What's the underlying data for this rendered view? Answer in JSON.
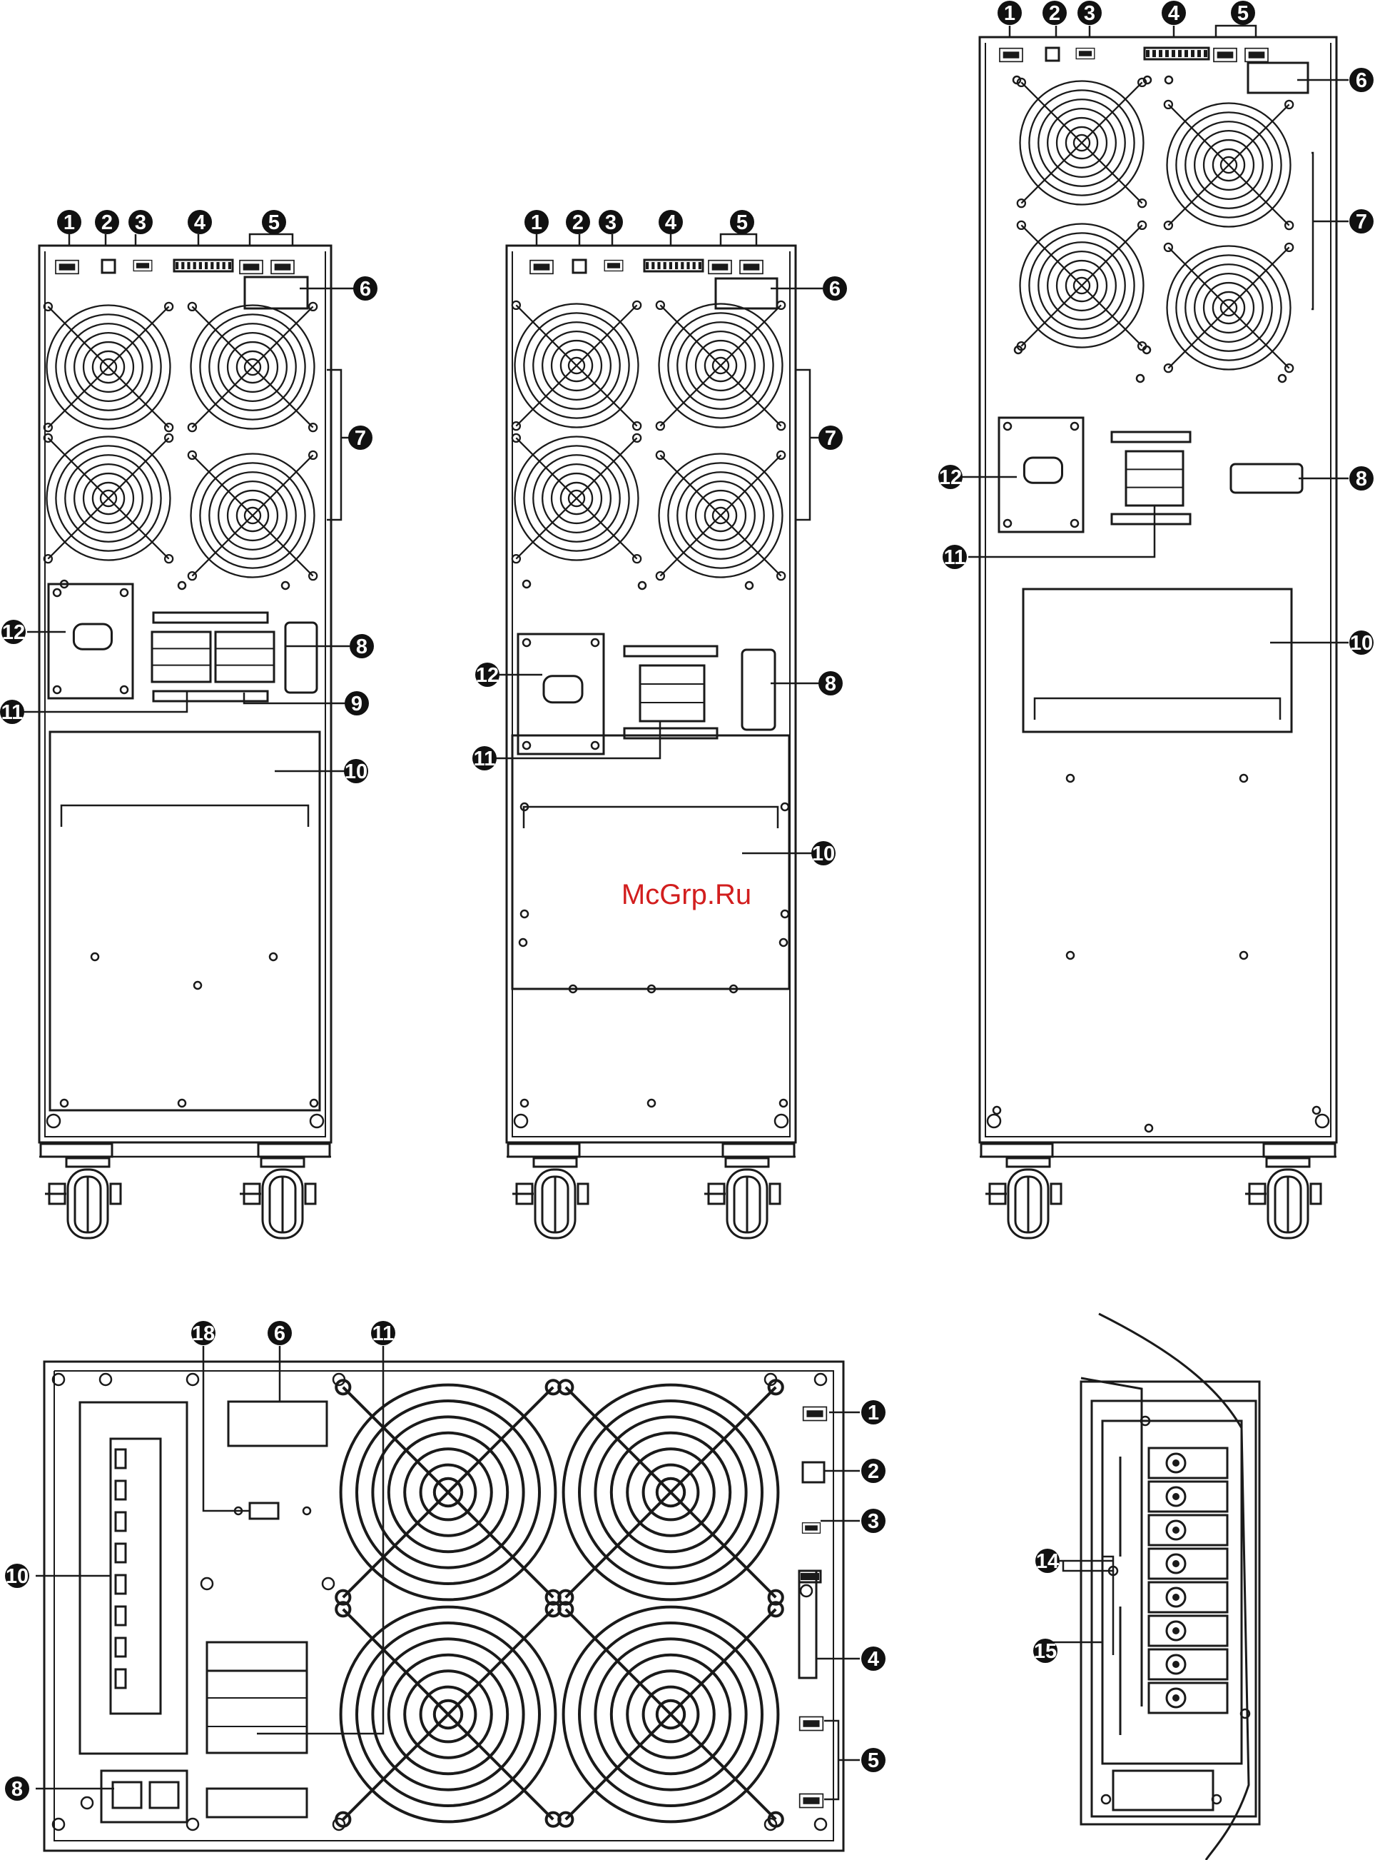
{
  "watermark": {
    "text": "McGrp.Ru",
    "color": "#d21e1e"
  },
  "colors": {
    "line": "#1a1a1a",
    "callout_fill": "#111111",
    "callout_text": "#ffffff"
  },
  "views": [
    {
      "name": "ups-rear-view-a",
      "callouts": [
        "1",
        "2",
        "3",
        "4",
        "5",
        "6",
        "7",
        "8",
        "9",
        "10",
        "11",
        "12"
      ]
    },
    {
      "name": "ups-rear-view-b",
      "callouts": [
        "1",
        "2",
        "3",
        "4",
        "5",
        "6",
        "7",
        "8",
        "10",
        "11",
        "12"
      ]
    },
    {
      "name": "ups-rear-view-c",
      "callouts": [
        "1",
        "2",
        "3",
        "4",
        "5",
        "6",
        "7",
        "8",
        "10",
        "11",
        "12"
      ]
    },
    {
      "name": "ups-rack-rear-view",
      "callouts": [
        "1",
        "2",
        "3",
        "4",
        "5",
        "6",
        "8",
        "10",
        "11",
        "18"
      ]
    },
    {
      "name": "terminal-block-detail",
      "callouts": [
        "14",
        "15"
      ]
    }
  ]
}
